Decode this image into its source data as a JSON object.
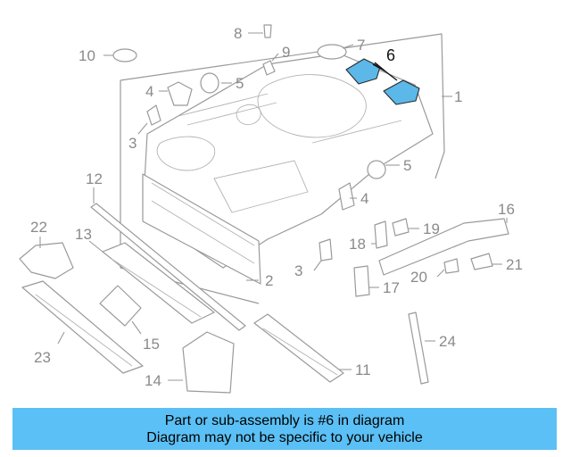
{
  "diagram": {
    "callouts": [
      {
        "id": "1",
        "label": "1"
      },
      {
        "id": "2",
        "label": "2"
      },
      {
        "id": "3a",
        "label": "3"
      },
      {
        "id": "3b",
        "label": "3"
      },
      {
        "id": "4a",
        "label": "4"
      },
      {
        "id": "4b",
        "label": "4"
      },
      {
        "id": "5a",
        "label": "5"
      },
      {
        "id": "5b",
        "label": "5"
      },
      {
        "id": "6",
        "label": "6"
      },
      {
        "id": "7",
        "label": "7"
      },
      {
        "id": "8",
        "label": "8"
      },
      {
        "id": "9",
        "label": "9"
      },
      {
        "id": "10",
        "label": "10"
      },
      {
        "id": "11",
        "label": "11"
      },
      {
        "id": "12",
        "label": "12"
      },
      {
        "id": "13",
        "label": "13"
      },
      {
        "id": "14",
        "label": "14"
      },
      {
        "id": "15",
        "label": "15"
      },
      {
        "id": "16",
        "label": "16"
      },
      {
        "id": "17",
        "label": "17"
      },
      {
        "id": "18",
        "label": "18"
      },
      {
        "id": "19",
        "label": "19"
      },
      {
        "id": "20",
        "label": "20"
      },
      {
        "id": "21",
        "label": "21"
      },
      {
        "id": "22",
        "label": "22"
      },
      {
        "id": "23",
        "label": "23"
      },
      {
        "id": "24",
        "label": "24"
      }
    ],
    "highlighted_part": "6"
  },
  "banner": {
    "line1": "Part or sub-assembly is #6 in diagram",
    "line2": "Diagram may not be specific to your vehicle",
    "background": "#5bc0f5"
  }
}
